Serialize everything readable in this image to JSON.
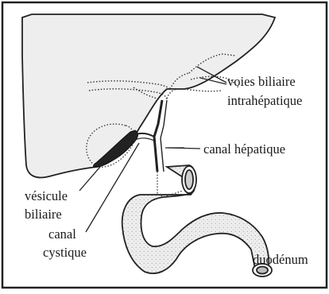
{
  "labels": {
    "voies_line1": "voies biliaire",
    "voies_line2": "intrahépatique",
    "canal_hepatique": "canal hépatique",
    "vesicule_line1": "vésicule",
    "vesicule_line2": "biliaire",
    "canal_cystique_line1": "canal",
    "canal_cystique_line2": "cystique",
    "duodenum": "duodénum"
  }
}
